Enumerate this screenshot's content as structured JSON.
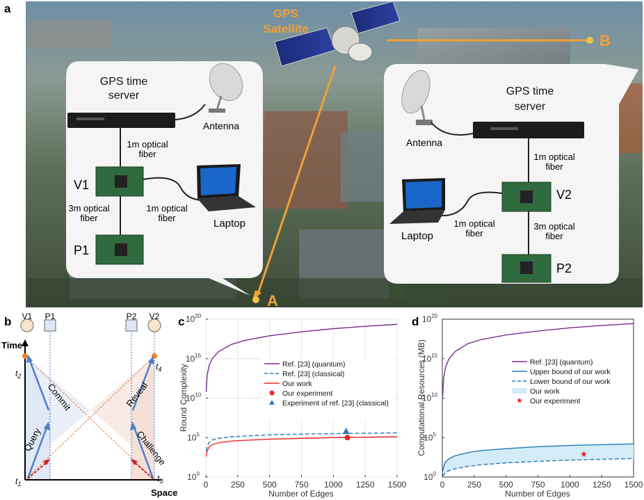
{
  "panel_a": {
    "label": "a",
    "satellite": [
      "GPS",
      "Satellite"
    ],
    "point_a": "A",
    "point_b": "B",
    "left_bubble": {
      "server": [
        "GPS time",
        "server"
      ],
      "antenna": "Antenna",
      "fiber_1m_top": [
        "1m optical",
        "fiber"
      ],
      "v1": "V1",
      "fiber_3m": [
        "3m optical",
        "fiber"
      ],
      "fiber_1m_laptop": [
        "1m optical",
        "fiber"
      ],
      "laptop": "Laptop",
      "p1": "P1"
    },
    "right_bubble": {
      "server": [
        "GPS time",
        "server"
      ],
      "antenna": "Antenna",
      "fiber_1m_top": [
        "1m optical",
        "fiber"
      ],
      "v2": "V2",
      "laptop": "Laptop",
      "fiber_1m_laptop": [
        "1m optical",
        "fiber"
      ],
      "fiber_3m": [
        "3m optical",
        "fiber"
      ],
      "p2": "P2"
    },
    "colors": {
      "orange": "#f0a035",
      "sky": "#3a6b8a"
    }
  },
  "panel_b": {
    "label": "b",
    "parties": [
      "V1",
      "P1",
      "P2",
      "V2"
    ],
    "time_axis": "Time",
    "space_axis": "Space",
    "t1": "t",
    "t1_sub": "1",
    "t2": "t",
    "t2_sub": "2",
    "t3": "t",
    "t3_sub": "3",
    "t4": "t",
    "t4_sub": "4",
    "phases": [
      "Commit",
      "Query",
      "Reveal",
      "Challenge"
    ]
  },
  "chart_data": [
    {
      "panel": "c",
      "type": "line",
      "ylabel": "Round Complexity",
      "xlabel": "Number of Edges",
      "xlim": [
        0,
        1500
      ],
      "ylim_log10": [
        0,
        20
      ],
      "yscale": "log",
      "xticks": [
        "0",
        "250",
        "500",
        "750",
        "1000",
        "1250",
        "1500"
      ],
      "yticks": [
        "10",
        "10",
        "10",
        "10",
        "10"
      ],
      "ytick_exps": [
        "0",
        "5",
        "10",
        "15",
        "20"
      ],
      "grid": true,
      "legend": "center-right",
      "series": [
        {
          "name": "Ref. [23] (quantum)",
          "color": "#7b2d8e",
          "style": "solid",
          "x": [
            3,
            10,
            25,
            50,
            100,
            200,
            300,
            500,
            750,
            1000,
            1250,
            1500
          ],
          "log10y": [
            10.8,
            12.9,
            14.1,
            15.0,
            15.9,
            16.8,
            17.3,
            17.9,
            18.4,
            18.8,
            19.1,
            19.35
          ]
        },
        {
          "name": "Ref. [23] (classical)",
          "color": "#2878b8",
          "style": "dashed",
          "x": [
            3,
            10,
            25,
            50,
            100,
            200,
            300,
            500,
            750,
            1000,
            1250,
            1500
          ],
          "log10y": [
            3.3,
            3.9,
            4.4,
            4.7,
            4.9,
            5.1,
            5.2,
            5.35,
            5.45,
            5.5,
            5.55,
            5.6
          ]
        },
        {
          "name": "Our work",
          "color": "#e8262a",
          "style": "solid",
          "x": [
            3,
            10,
            25,
            50,
            100,
            200,
            300,
            500,
            750,
            1000,
            1250,
            1500
          ],
          "log10y": [
            2.6,
            3.3,
            3.8,
            4.1,
            4.35,
            4.55,
            4.65,
            4.8,
            4.9,
            5.0,
            5.05,
            5.1
          ]
        }
      ],
      "markers": [
        {
          "name": "Our experiment",
          "shape": "circle",
          "color": "#e8262a",
          "x": 1110,
          "log10y": 5.0
        },
        {
          "name": "Experiment of ref. [23] (classical)",
          "shape": "triangle",
          "color": "#2878b8",
          "x": 1100,
          "log10y": 5.8
        }
      ]
    },
    {
      "panel": "d",
      "type": "area",
      "ylabel": "Computational Resources (MB)",
      "xlabel": "Number of Edges",
      "xlim": [
        0,
        1500
      ],
      "ylim_log10": [
        0,
        20
      ],
      "yscale": "log",
      "xticks": [
        "0",
        "250",
        "500",
        "750",
        "1000",
        "1250",
        "1500"
      ],
      "yticks": [
        "10",
        "10",
        "10",
        "10",
        "10"
      ],
      "ytick_exps": [
        "0",
        "5",
        "10",
        "15",
        "20"
      ],
      "grid": false,
      "legend": "top-center",
      "series": [
        {
          "name": "Ref. [23] (quantum)",
          "color": "#7b2d8e",
          "style": "solid",
          "x": [
            3,
            10,
            25,
            50,
            100,
            200,
            300,
            500,
            750,
            1000,
            1250,
            1500
          ],
          "log10y": [
            10.3,
            12.5,
            13.9,
            14.9,
            15.9,
            16.9,
            17.4,
            18.0,
            18.5,
            18.9,
            19.2,
            19.45
          ]
        },
        {
          "name": "Upper bound of our work",
          "color": "#2878b8",
          "style": "solid",
          "x": [
            3,
            10,
            25,
            50,
            100,
            200,
            300,
            500,
            750,
            1000,
            1250,
            1500
          ],
          "log10y": [
            0.7,
            1.3,
            1.9,
            2.3,
            2.7,
            3.1,
            3.35,
            3.6,
            3.85,
            4.0,
            4.1,
            4.2
          ]
        },
        {
          "name": "Lower bound of our work",
          "color": "#2878b8",
          "style": "dashed",
          "x": [
            3,
            10,
            25,
            50,
            100,
            200,
            300,
            500,
            750,
            1000,
            1250,
            1500
          ],
          "log10y": [
            0.1,
            0.3,
            0.55,
            0.8,
            1.05,
            1.35,
            1.55,
            1.8,
            2.0,
            2.15,
            2.25,
            2.35
          ]
        }
      ],
      "band": {
        "name": "Our work",
        "color": "#d3ecf8"
      },
      "markers": [
        {
          "name": "Our experiment",
          "shape": "star",
          "color": "#e8262a",
          "x": 1110,
          "log10y": 2.9
        }
      ]
    }
  ]
}
